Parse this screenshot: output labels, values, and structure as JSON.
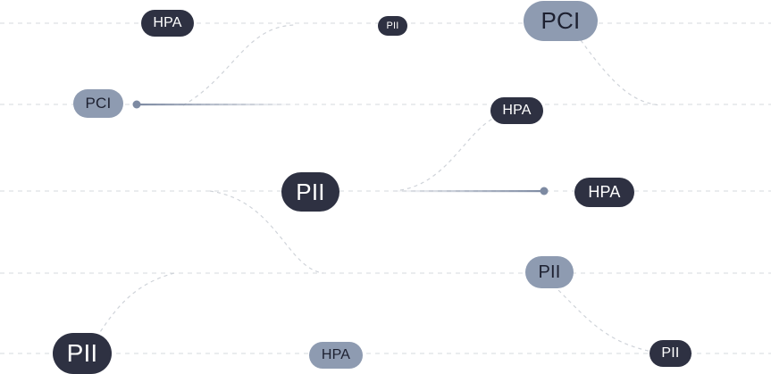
{
  "colors": {
    "dark_tag": "#2e3142",
    "light_tag": "#8e9bb1",
    "rail": "#d6d9de",
    "connector": "#cfd3d9",
    "active_link": "#7d8aa2",
    "background": "#ffffff"
  },
  "tags": [
    {
      "id": "tag-hpa-1",
      "label": "HPA",
      "style": "dark"
    },
    {
      "id": "tag-pii-1",
      "label": "PII",
      "style": "dark"
    },
    {
      "id": "tag-pci-1",
      "label": "PCI",
      "style": "light"
    },
    {
      "id": "tag-pci-2",
      "label": "PCI",
      "style": "light"
    },
    {
      "id": "tag-hpa-2",
      "label": "HPA",
      "style": "dark"
    },
    {
      "id": "tag-pii-2",
      "label": "PII",
      "style": "dark"
    },
    {
      "id": "tag-hpa-3",
      "label": "HPA",
      "style": "dark"
    },
    {
      "id": "tag-pii-3",
      "label": "PII",
      "style": "light"
    },
    {
      "id": "tag-pii-4",
      "label": "PII",
      "style": "dark"
    },
    {
      "id": "tag-hpa-4",
      "label": "HPA",
      "style": "light"
    },
    {
      "id": "tag-pii-5",
      "label": "PII",
      "style": "dark"
    }
  ]
}
